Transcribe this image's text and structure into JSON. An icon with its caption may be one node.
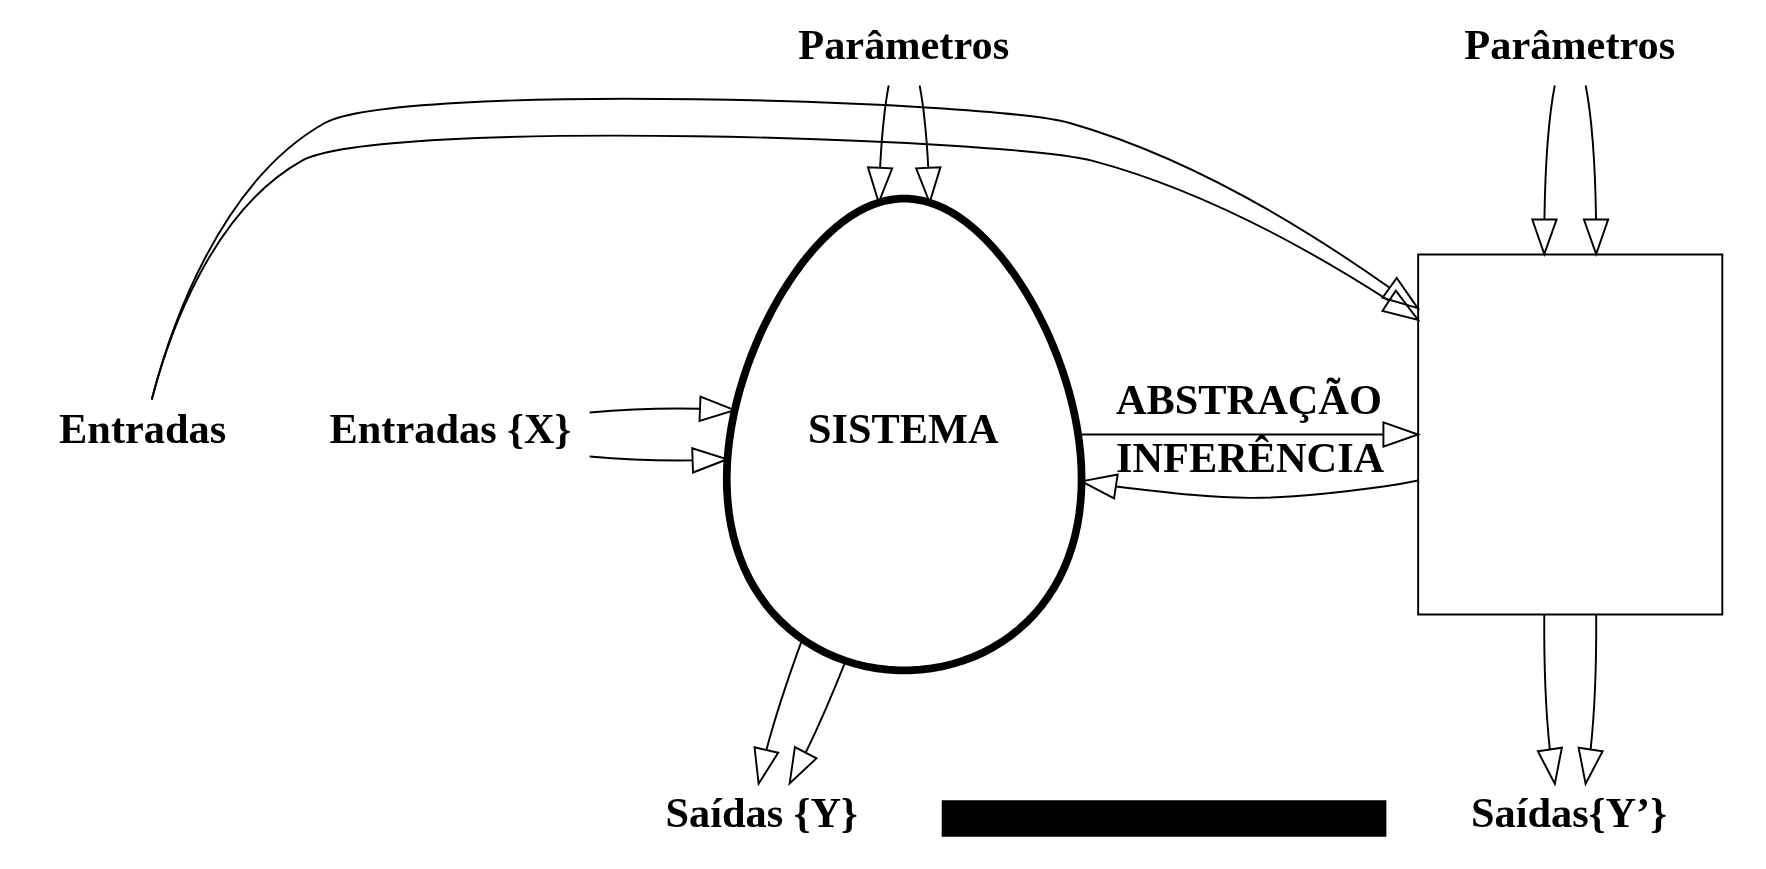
{
  "diagram": {
    "nodes": [
      {
        "text": [
          "SISTEMA"
        ]
      },
      {
        "text": [
          "Parâmetros"
        ]
      },
      {
        "text": [
          "Entradas {X}"
        ]
      },
      {
        "text": [
          "Saídas {Y}"
        ]
      },
      {
        "text": [],
        "shape": "box"
      },
      {
        "text": [
          "Parâmetros"
        ]
      },
      {
        "text": [
          "Entradas"
        ]
      },
      {
        "text": [
          "Saídas{Y’}"
        ]
      },
      {
        "text": [],
        "shape": "bar"
      }
    ],
    "edges": [
      {
        "from": 1,
        "to": 0,
        "arrow": "to"
      },
      {
        "from": 1,
        "to": 0,
        "arrow": "to"
      },
      {
        "from": 2,
        "to": 0,
        "arrow": "to"
      },
      {
        "from": 2,
        "to": 0,
        "arrow": "to"
      },
      {
        "from": 0,
        "to": 3,
        "arrow": "to"
      },
      {
        "from": 0,
        "to": 3,
        "arrow": "to"
      },
      {
        "from": 0,
        "to": 4,
        "label": "ABSTRAÇÃO",
        "arrow": "to"
      },
      {
        "from": 4,
        "to": 0,
        "label": "INFERÊNCIA",
        "arrow": "to"
      },
      {
        "from": 5,
        "to": 4,
        "arrow": "to"
      },
      {
        "from": 5,
        "to": 4,
        "arrow": "to"
      },
      {
        "from": 6,
        "to": 4,
        "arrow": "to"
      },
      {
        "from": 6,
        "to": 4,
        "arrow": "to"
      },
      {
        "from": 4,
        "to": 7,
        "arrow": "to"
      },
      {
        "from": 4,
        "to": 7,
        "arrow": "to"
      }
    ]
  }
}
